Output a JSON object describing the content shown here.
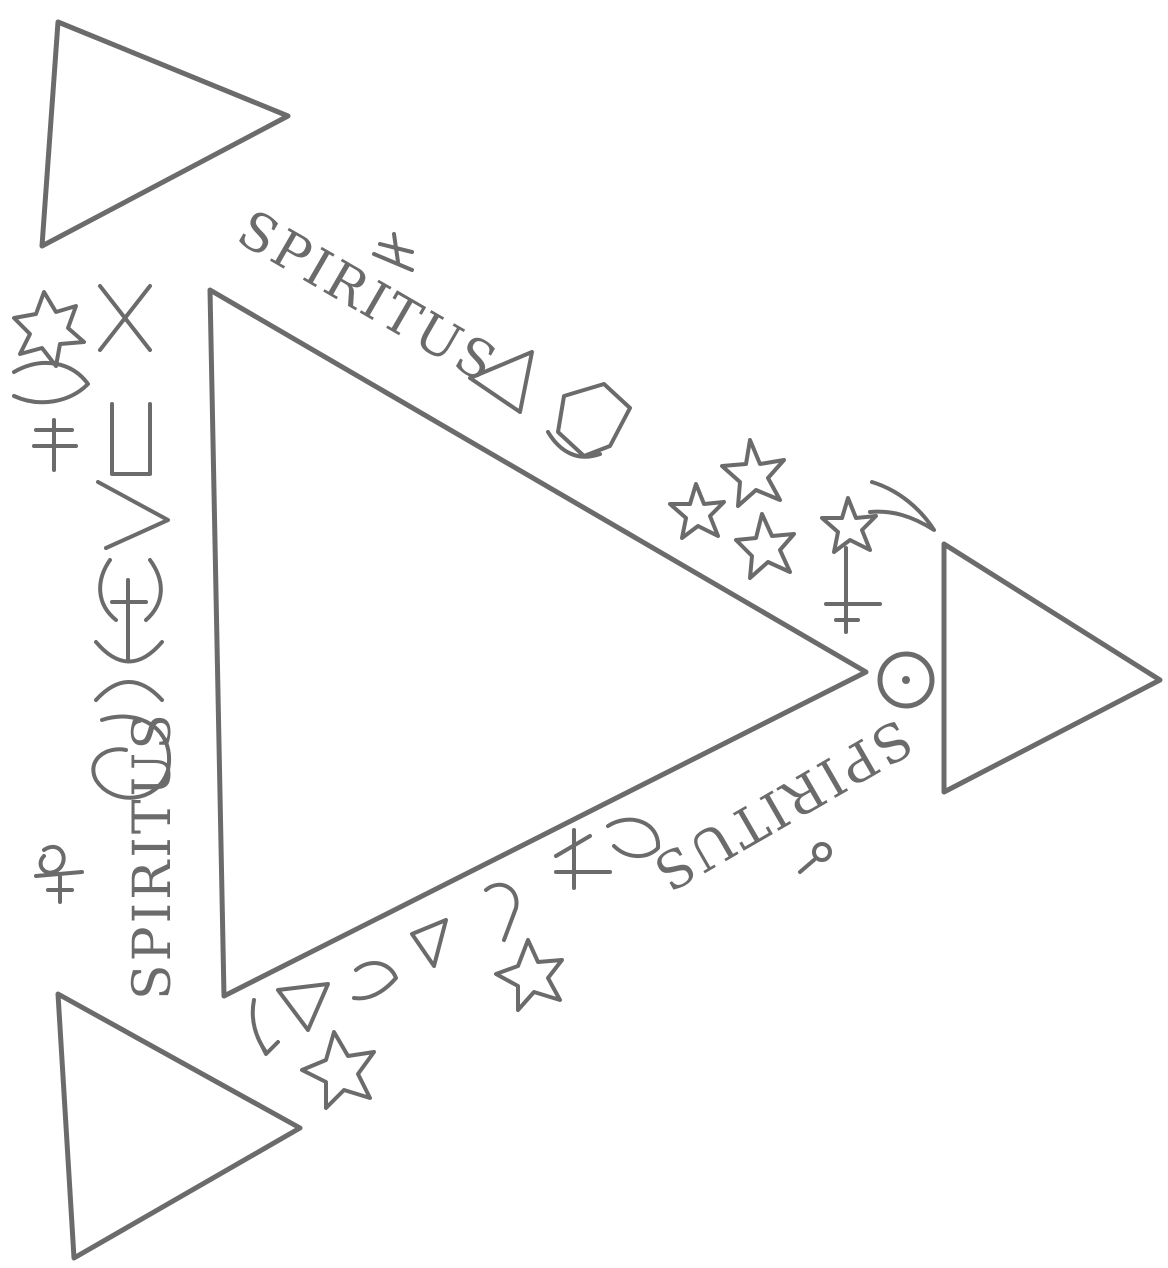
{
  "diagram": {
    "kind": "hand-drawn seal",
    "labels": {
      "top_edge": "SPIRITUS",
      "left_edge": "SPIRITUS",
      "bottom_edge": "SPIRITUS"
    },
    "ink_color": "#6b6b6b",
    "background_color": "#ffffff",
    "icons": {
      "center": "large-triangle",
      "corners": [
        "triangle",
        "triangle",
        "triangle"
      ],
      "sun": "sun-symbol",
      "stars": "star-symbol",
      "sigils": "sigil-symbol"
    }
  }
}
